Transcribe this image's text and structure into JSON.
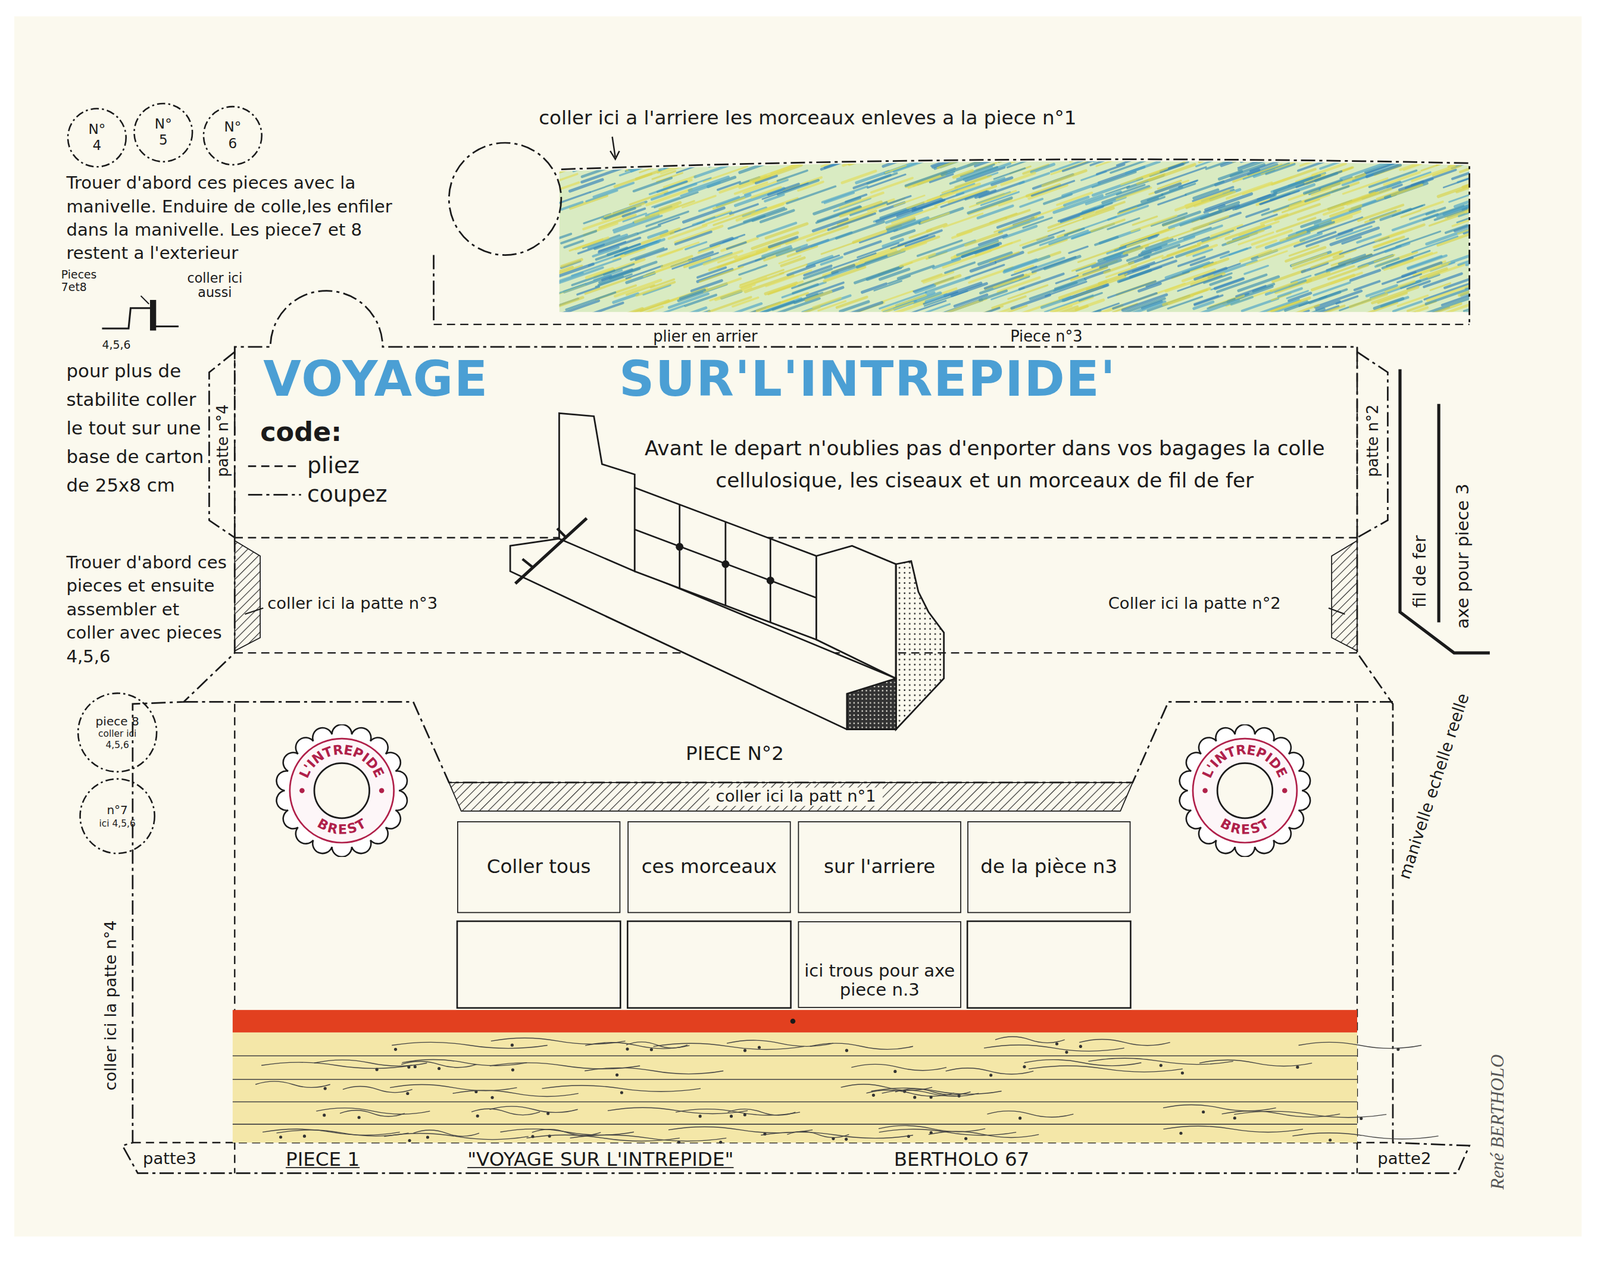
{
  "diagram": {
    "title": "VOYAGE SUR'L'INTREPIDE'",
    "nodes": [
      {
        "text": [
          "N° 4"
        ]
      },
      {
        "text": [
          "N° 5"
        ]
      },
      {
        "text": [
          "N° 6"
        ]
      },
      {
        "text": [
          "piece 8",
          "coller ici 4,5,6"
        ]
      },
      {
        "text": [
          "n°7",
          "ici 4,5,6"
        ]
      },
      {
        "text": [
          "L'INTREPIDE",
          "BREST"
        ]
      },
      {
        "text": [
          "L'INTREPIDE",
          "BREST"
        ]
      },
      {
        "text": [
          "coller ici la patt n°1"
        ]
      },
      {
        "text": [
          "Coller tous"
        ]
      },
      {
        "text": [
          "ces morceaux"
        ]
      },
      {
        "text": [
          "sur l'arriere"
        ]
      },
      {
        "text": [
          "de la pièce n3"
        ]
      },
      {
        "text": [
          "ici trous pour axe piece n.3"
        ]
      }
    ],
    "labels": [
      "Trouer d'abord ces pieces avec la manivelle. Enduire de colle,les enfiler dans la manivelle. Les piece7 et 8 restent a l'exterieur",
      "Pieces 7et8",
      "coller ici aussi",
      "4,5,6",
      "pour plus de stabilite coller le tout sur une base de carton de 25x8 cm",
      "code:",
      "Trouer d'abord ces pieces et ensuite assembler et coller avec pieces 4,5,6",
      "coller ici a l'arriere les morceaux enleves a la piece n°1",
      "plier en arrier",
      "Piece n°3",
      "patte n°4",
      "patte n°2",
      "Avant le depart n'oublies pas d'enporter dans vos bagages la colle cellulosique, les ciseaux et un morceaux de fil de fer",
      "coller ici la patte n°3",
      "Coller ici la patte n°2",
      "PIECE N°2",
      "fil de fer",
      "axe pour piece 3",
      "manivelle echelle reelle",
      "coller ici la patte n°4",
      "patte3",
      "patte2",
      "PIECE 1",
      "\"VOYAGE SUR L'INTREPIDE\"",
      "BERTHOLO 67",
      "René BERTHOLO"
    ],
    "legend": [
      {
        "text": "pliez"
      },
      {
        "text": "coupez"
      }
    ]
  }
}
